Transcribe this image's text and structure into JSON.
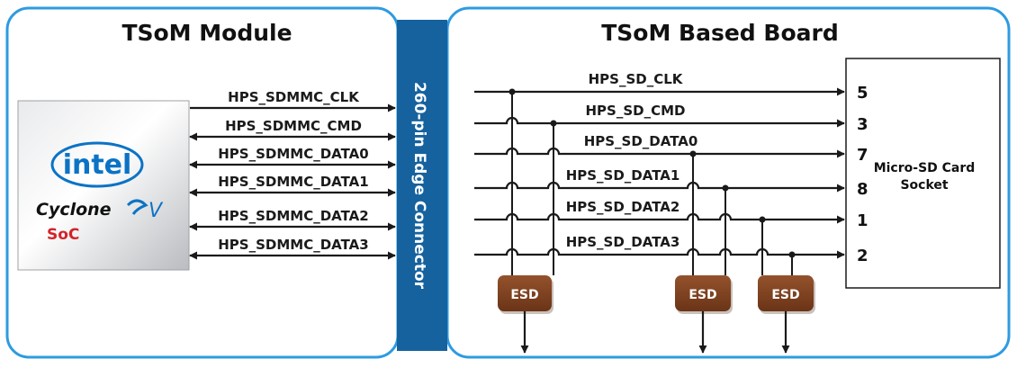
{
  "colors": {
    "panel_border": "#2e9be0",
    "connector": "#15629e",
    "esd_fill": "#7a3f1e",
    "wire": "#1a1a1a",
    "intel_blue": "#0b73c5",
    "soc_red": "#d2232a"
  },
  "left_panel": {
    "title": "TSoM Module",
    "chip": {
      "brand": "intel",
      "family": "Cyclone",
      "version": "V",
      "sub": "SoC"
    },
    "signals": [
      "HPS_SDMMC_CLK",
      "HPS_SDMMC_CMD",
      "HPS_SDMMC_DATA0",
      "HPS_SDMMC_DATA1",
      "HPS_SDMMC_DATA2",
      "HPS_SDMMC_DATA3"
    ]
  },
  "connector": {
    "label": "260-pin Edge Connector"
  },
  "right_panel": {
    "title": "TSoM Based Board",
    "signals": [
      "HPS_SD_CLK",
      "HPS_SD_CMD",
      "HPS_SD_DATA0",
      "HPS_SD_DATA1",
      "HPS_SD_DATA2",
      "HPS_SD_DATA3"
    ],
    "pins": [
      "5",
      "3",
      "7",
      "8",
      "1",
      "2"
    ],
    "socket": {
      "line1": "Micro-SD Card",
      "line2": "Socket"
    },
    "esd_label": "ESD"
  }
}
